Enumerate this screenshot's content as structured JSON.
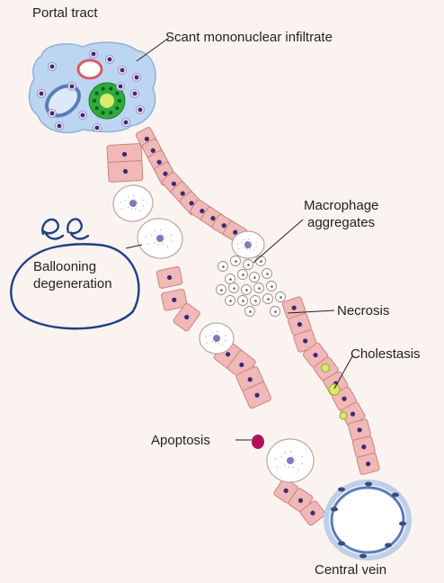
{
  "labels": {
    "portal_tract": "Portal tract",
    "scant_infiltrate": "Scant mononuclear infiltrate",
    "macrophage_1": "Macrophage",
    "macrophage_2": "aggregates",
    "ballooning_1": "Ballooning",
    "ballooning_2": "degeneration",
    "necrosis": "Necrosis",
    "cholestasis": "Cholestasis",
    "apoptosis": "Apoptosis",
    "central_vein": "Central vein"
  },
  "handwriting": {
    "text": "ee",
    "color": "#1f3f8a"
  },
  "colors": {
    "background": "#fbf3ef",
    "hepatocyte": "#f0b8b6",
    "hepatocyte_border": "#c98580",
    "nucleus": "#3b2a7a",
    "ballooned_cell": "#ffffff",
    "portal_tract": "#bcd6f2",
    "vein_outline": "#5a7cb8",
    "bile_duct": "#2eaa3e",
    "bile_plug": "#d9ea6c",
    "apoptotic_body": "#b0105a",
    "annotation_ink": "#1f3f8a"
  }
}
